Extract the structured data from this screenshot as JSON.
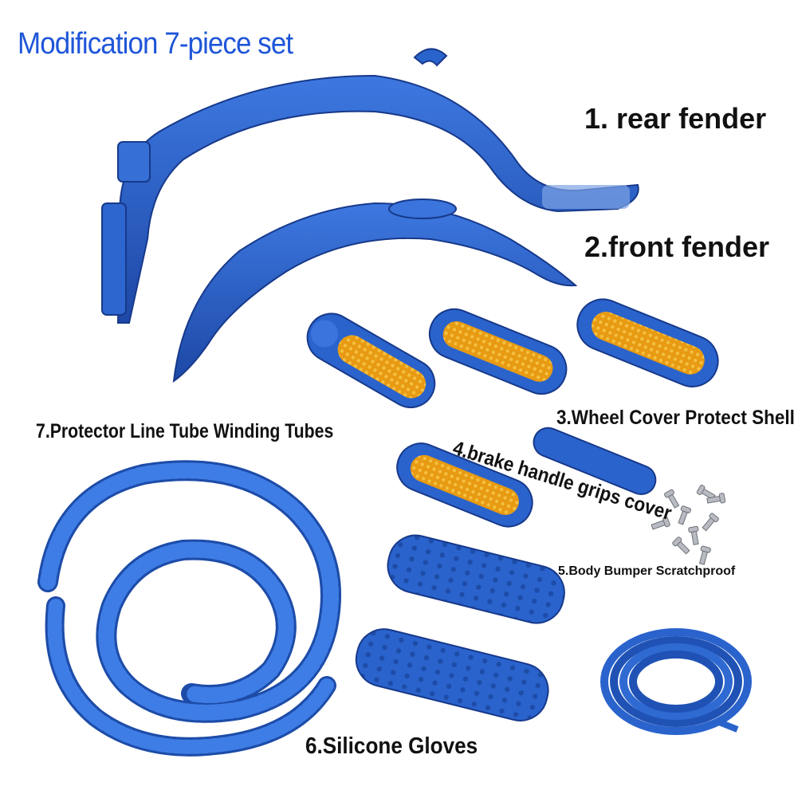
{
  "title": "Modification 7-piece set",
  "labels": {
    "rear_fender": "1. rear fender",
    "front_fender": "2.front fender",
    "wheel_cover": "3.Wheel Cover Protect Shell",
    "brake_grips": "4.brake handle grips cover",
    "body_bumper": "5.Body Bumper Scratchproof",
    "silicone_gloves": "6.Silicone Gloves",
    "protector_tube": "7.Protector Line Tube Winding Tubes"
  },
  "colors": {
    "product_blue": "#2a63cc",
    "product_blue_dark": "#1a3f94",
    "reflector_amber": "#e79a12",
    "title_blue": "#1f56d8",
    "screw_silver": "#b8bcc2"
  }
}
